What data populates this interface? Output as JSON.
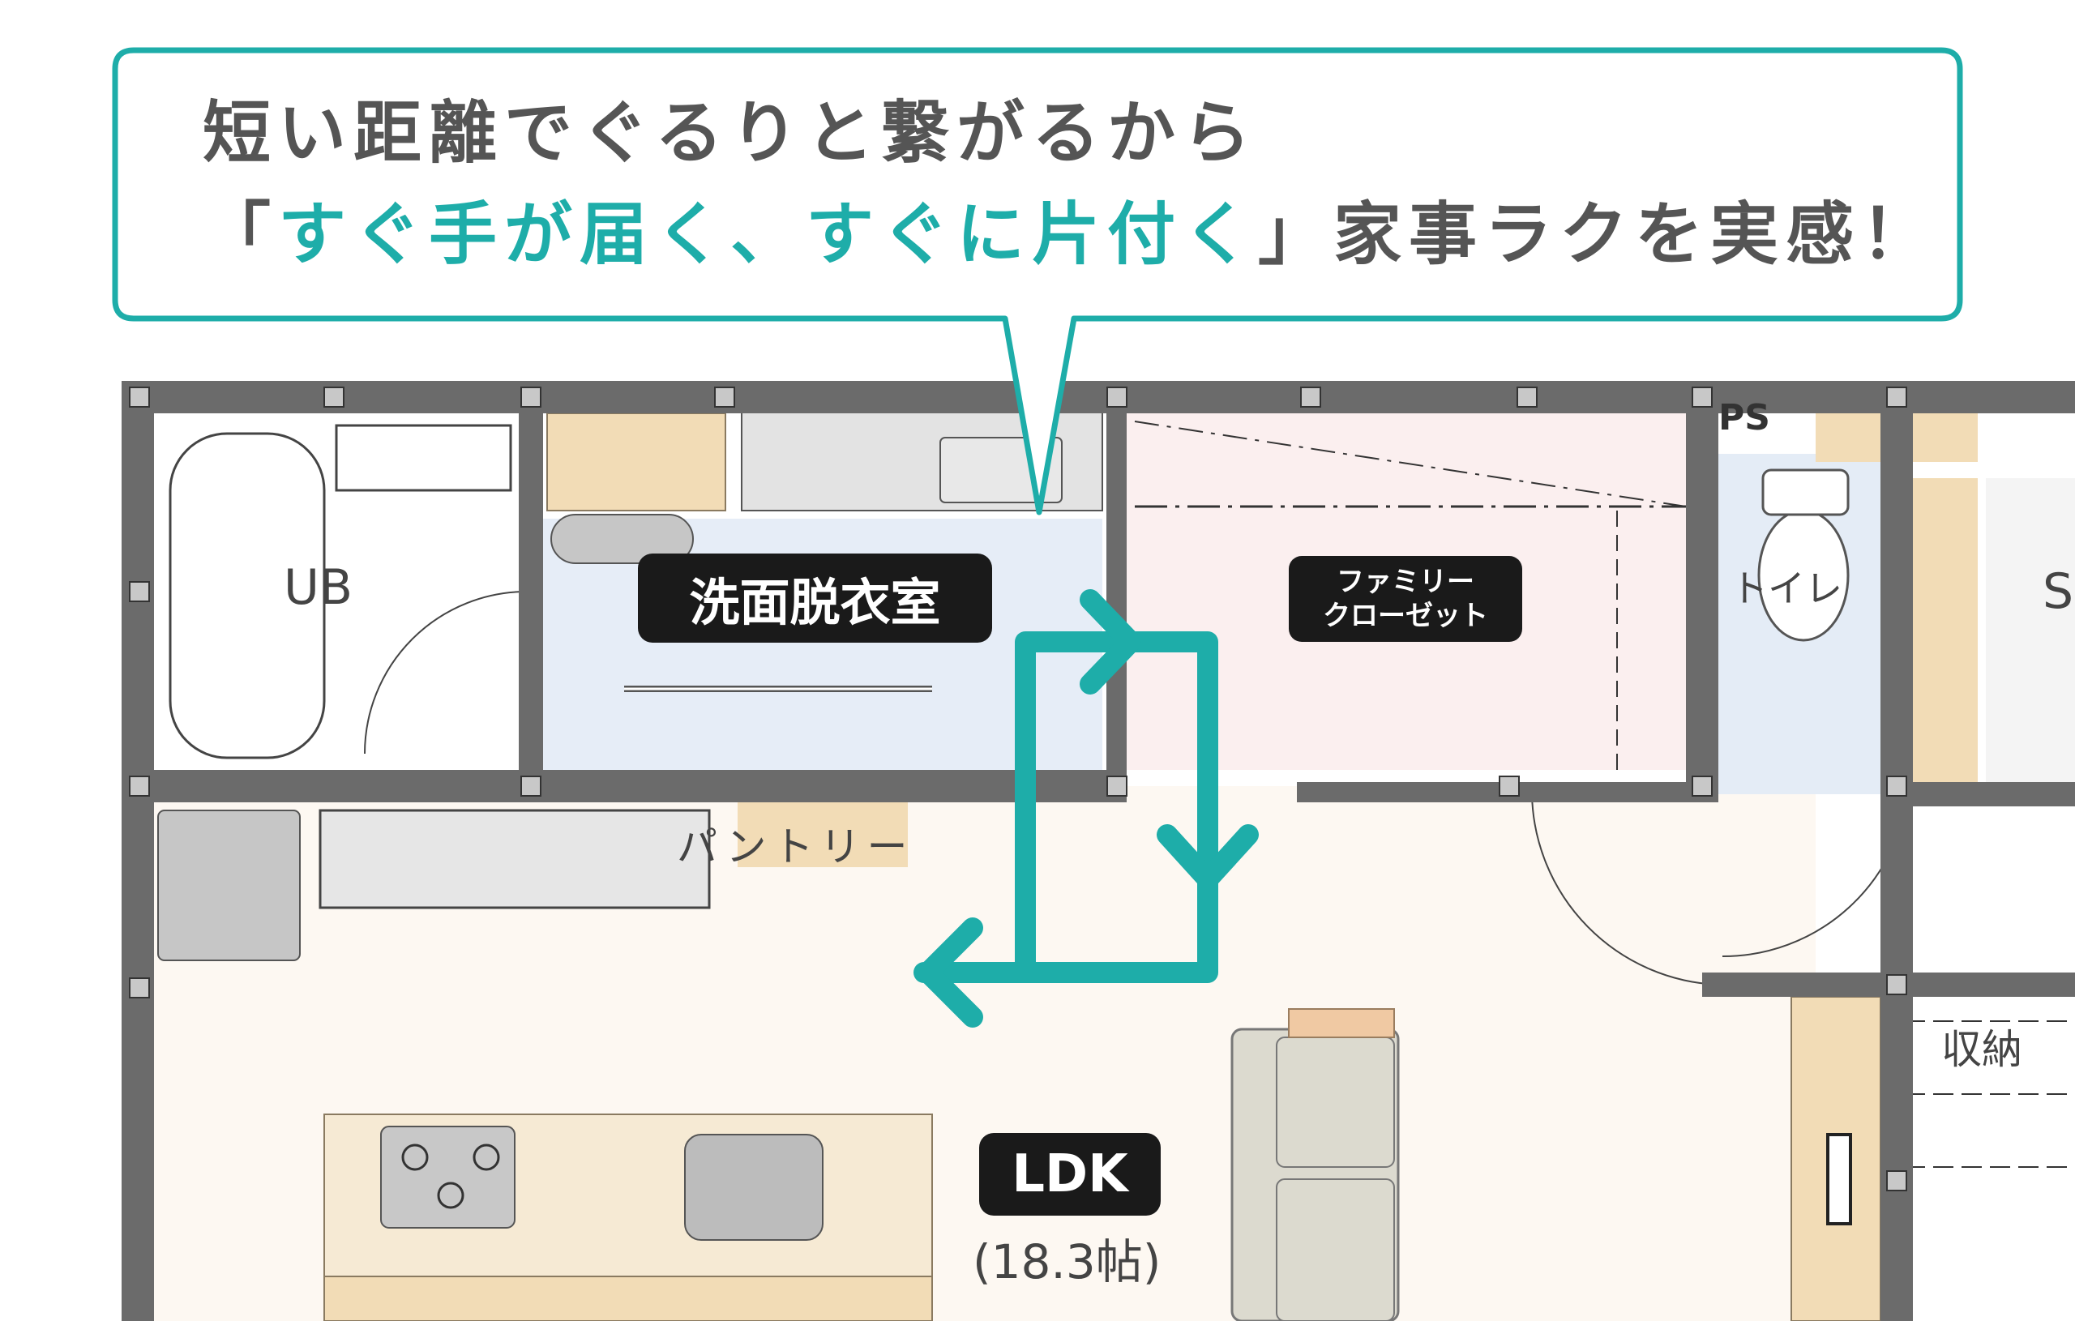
{
  "callout": {
    "line1": "短い距離でぐるりと繋がるから",
    "line2_open": "「",
    "line2_highlight": "すぐ手が届く、すぐに片付く",
    "line2_close": "」家事ラクを実感！"
  },
  "rooms": {
    "ub": "UB",
    "washroom": "洗面脱衣室",
    "family_closet_line1": "ファミリー",
    "family_closet_line2": "クローゼット",
    "pantry": "パントリー",
    "toilet": "トイレ",
    "storage": "収納",
    "ps": "PS",
    "s_partial": "S",
    "ldk": "LDK",
    "ldk_size": "(18.3帖)"
  },
  "colors": {
    "accent": "#1eada9",
    "wall": "#6b6b6b",
    "label_bg": "#1a1a1a",
    "wood": "#f2dcb6"
  },
  "diagram": {
    "flow_arrow": "circulation loop: washroom → family closet → LDK"
  }
}
